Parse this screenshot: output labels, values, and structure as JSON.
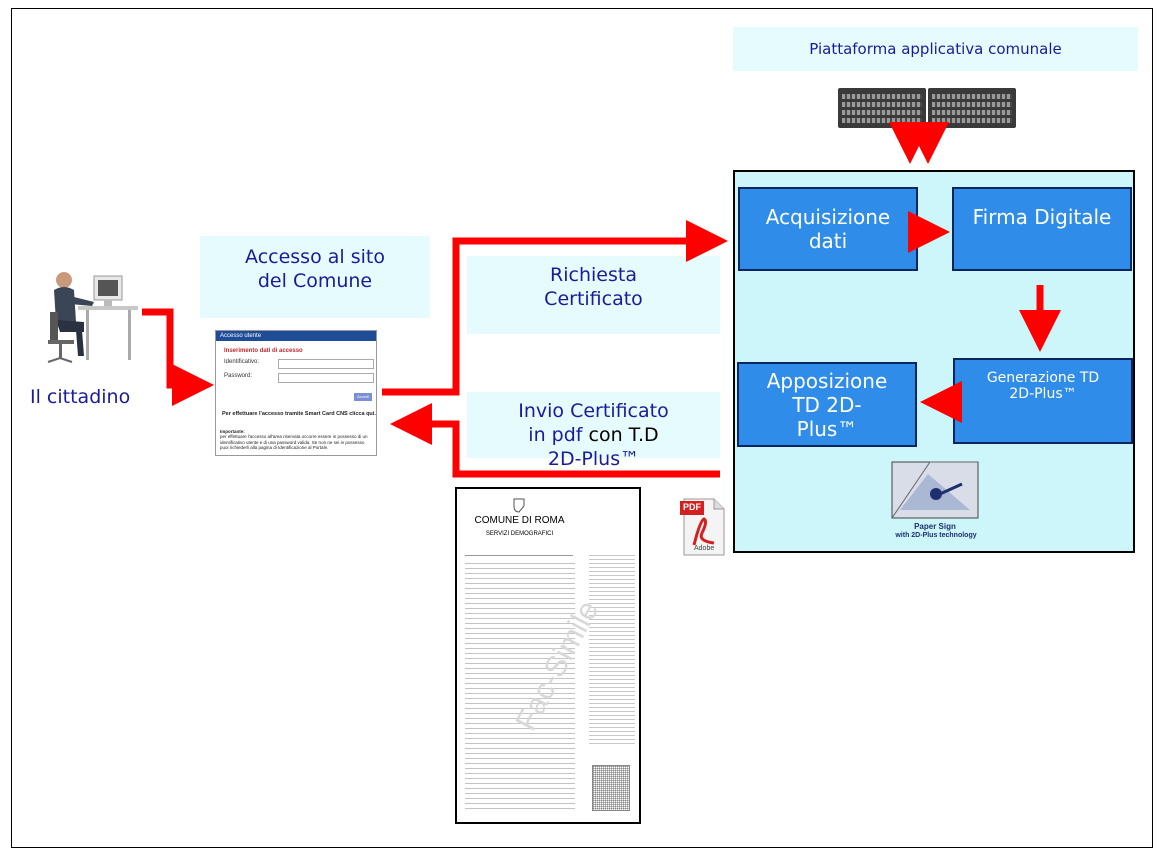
{
  "platform_label": "Piattaforma applicativa  comunale",
  "access_label": "Accesso al sito del Comune",
  "citizen_label": "Il cittadino",
  "request_label": "Richiesta Certificato",
  "send_label_1": "Invio Certificato",
  "send_label_2_prefix": "in pdf ",
  "send_label_2_suffix": "con T.D",
  "send_label_3": "2D-Plus™",
  "steps": {
    "acquisizione": "Acquisizione dati",
    "firma": "Firma Digitale",
    "generazione": "Generazione TD 2D-Plus™",
    "apposizione": "Apposizione TD 2D-Plus™"
  },
  "login": {
    "title": "Accesso utente",
    "section": "Inserimento dati di accesso",
    "user_label": "Identificativo:",
    "pass_label": "Password:",
    "button": "Accedi",
    "cns_text": "Per effettuare l'accesso tramite Smart Card CNS clicca qui.",
    "important_title": "Importante:",
    "important_text": "per effettuare l'accesso all'area riservata occorre essere in possesso di un identificativo utente e di una password valida. Se non ne sei in possesso puoi richiederli alla pagina di Identificazione al Portale."
  },
  "certificate": {
    "title": "COMUNE DI ROMA",
    "subtitle": "SERVIZI DEMOGRAFICI",
    "watermark": "Fac-Simile"
  },
  "pdf_icon": {
    "label": "PDF",
    "brand": "Adobe"
  },
  "logo": {
    "line1": "Paper Sign",
    "line2": "with 2D-Plus technology"
  },
  "colors": {
    "arrow": "#ff0000",
    "step": "#2f8ce8",
    "caption_text": "#1b1b9a",
    "platform_bg": "#cdf6fb"
  }
}
